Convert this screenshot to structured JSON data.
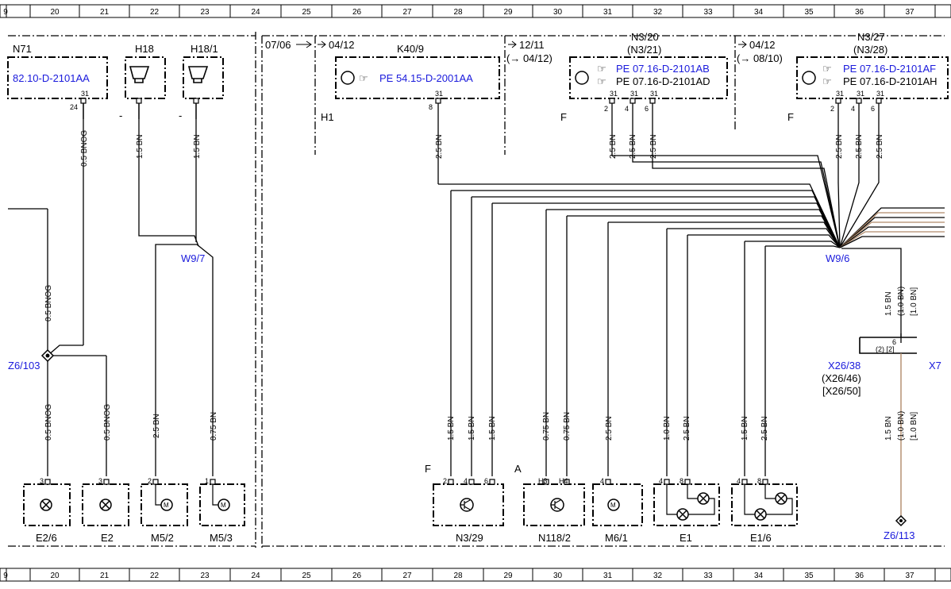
{
  "ruler": {
    "columns": [
      "9",
      "20",
      "21",
      "22",
      "23",
      "24",
      "25",
      "26",
      "27",
      "28",
      "29",
      "30",
      "31",
      "32",
      "33",
      "34",
      "35",
      "36",
      "37"
    ]
  },
  "breaks": {
    "b1": "07/06",
    "b2": "04/12",
    "b3": "12/11",
    "b3b": "(→ 04/12)",
    "b4": "04/12",
    "b4b": "(→ 08/10)"
  },
  "components": {
    "n71": {
      "name": "N71",
      "ref": "82.10-D-2101AA",
      "pin": "24",
      "pin2": "31"
    },
    "h18": {
      "name": "H18"
    },
    "h181": {
      "name": "H18/1"
    },
    "k409": {
      "name": "K40/9",
      "ref": "PE 54.15-D-2001AA",
      "pin": "8",
      "pin2": "31",
      "side": "H1"
    },
    "n320": {
      "name": "N3/20",
      "alt": "(N3/21)",
      "ref1": "PE 07.16-D-2101AB",
      "ref2": "PE 07.16-D-2101AD",
      "side": "F"
    },
    "n327": {
      "name": "N3/27",
      "alt": "(N3/28)",
      "ref1": "PE 07.16-D-2101AF",
      "ref2": "PE 07.16-D-2101AH",
      "side": "F"
    },
    "x2638": {
      "name": "X26/38",
      "alt1": "(X26/46)",
      "alt2": "[X26/50]",
      "pin": "6",
      "pin_alt": "(2) [2]"
    },
    "x7": {
      "name": "X7"
    },
    "e26": {
      "name": "E2/6",
      "pin": "3"
    },
    "e2": {
      "name": "E2",
      "pin": "3"
    },
    "m52": {
      "name": "M5/2",
      "pin": "2"
    },
    "m53": {
      "name": "M5/3",
      "pin": "1"
    },
    "n329": {
      "name": "N3/29",
      "pins": [
        "2",
        "4",
        "6"
      ],
      "side": "F"
    },
    "n1182": {
      "name": "N118/2",
      "pins": [
        "H3",
        "H4"
      ],
      "side": "A"
    },
    "m61": {
      "name": "M6/1",
      "pin": "4"
    },
    "e1": {
      "name": "E1",
      "pins": [
        "4",
        "8"
      ]
    },
    "e16": {
      "name": "E1/6",
      "pins": [
        "4",
        "8"
      ]
    }
  },
  "connectors": {
    "w97": "W9/7",
    "w96": "W9/6",
    "z6103": "Z6/103",
    "z6113": "Z6/113"
  },
  "wires": {
    "bnog05": "0.5 BNOG",
    "bn15": "1.5 BN",
    "bn25": "2.5 BN",
    "bn075": "0.75 BN",
    "bn10": "1.0 BN",
    "bn15_alt1": "(1.0 BN)",
    "bn15_alt2": "[1.0 BN]"
  },
  "symbols": {
    "pointer": "☞",
    "minus": "-"
  }
}
